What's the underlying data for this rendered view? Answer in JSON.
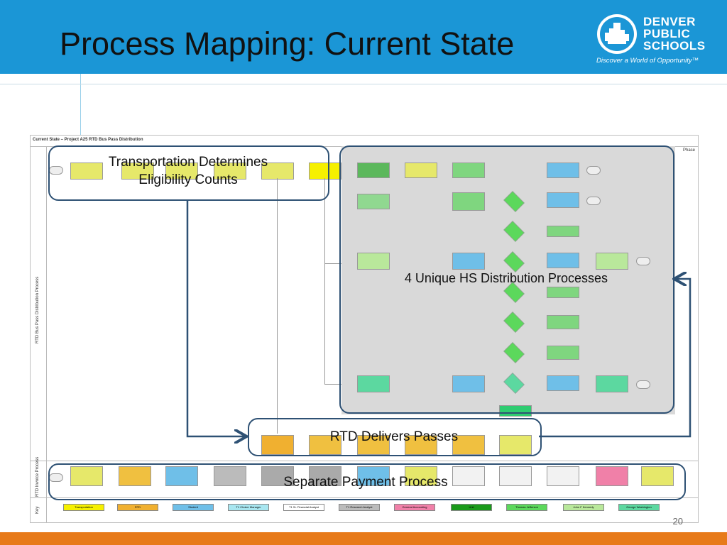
{
  "slide": {
    "title": "Process Mapping: Current State",
    "number": "20"
  },
  "logo": {
    "line1": "DENVER",
    "line2": "PUBLIC",
    "line3": "SCHOOLS",
    "tagline": "Discover a World of Opportunity™"
  },
  "diagram": {
    "title": "Current State – Project A25 RTD Bus Pass Distribution",
    "phase_label": "Phase",
    "lanes": [
      "RTD Bus Pass Distribution Process",
      "RTD Invoice Process",
      "Key"
    ]
  },
  "callouts": {
    "transportation": "Transportation Determines Eligibility Counts",
    "hs_distribution": "4 Unique HS Distribution Processes",
    "rtd_delivers": "RTD Delivers Passes",
    "payment": "Separate Payment Process"
  },
  "key": [
    "Transportation",
    "RTD",
    "Student",
    "T1 Choice Manager",
    "T1 Sr. Financial Analyst",
    "T1 Research Analyst",
    "General Accounting",
    "Unit",
    "Thomas Jefferson",
    "John F Kennedy",
    "George Washington"
  ],
  "colors": {
    "header": "#1b96d6",
    "footer": "#e77a1a",
    "callout_border": "#2e5174"
  }
}
